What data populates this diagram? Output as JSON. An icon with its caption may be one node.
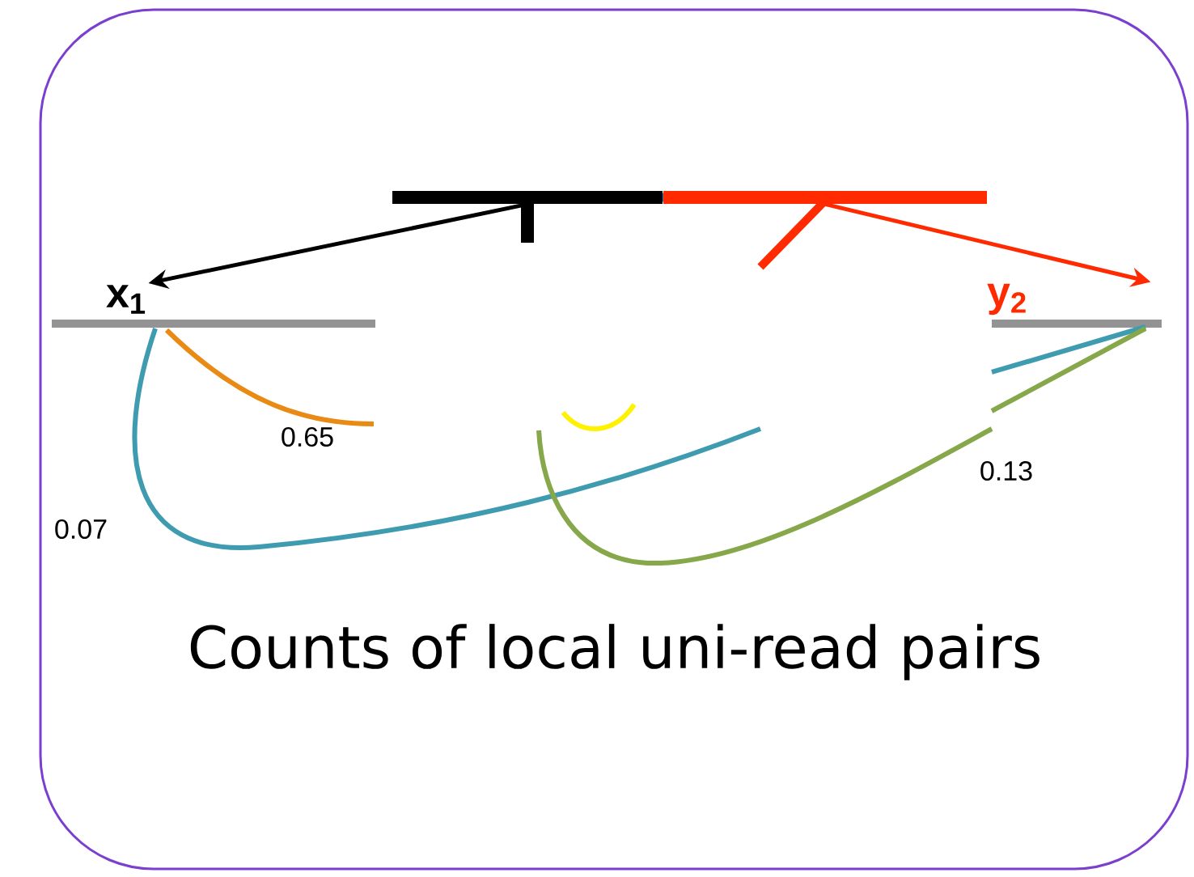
{
  "diagram": {
    "nodes": [
      {
        "text": [],
        "shape": "bar"
      },
      {
        "text": [],
        "shape": "bar"
      },
      {
        "text": [
          "x$_{1}$"
        ]
      },
      {
        "text": [
          "y$_{2}$"
        ]
      }
    ],
    "edges": [
      {
        "from": 0,
        "to": 2,
        "arrow": "to"
      },
      {
        "from": 1,
        "to": 3,
        "arrow": "to",
        "color": "#ff2a00"
      }
    ],
    "labels": [
      "0.65",
      "0.07",
      "0.13",
      "Counts of local uni-read pairs"
    ]
  }
}
